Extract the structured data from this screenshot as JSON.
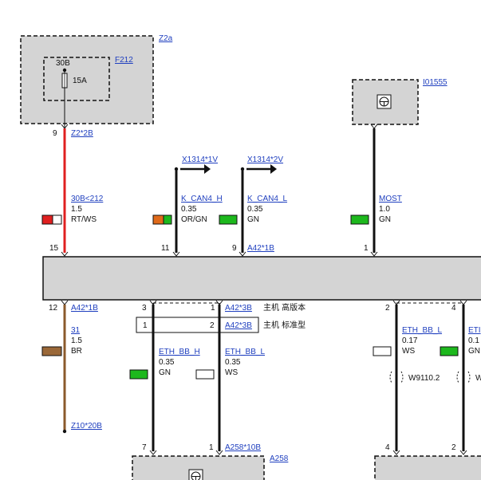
{
  "colors": {
    "red_wire": "#e02020",
    "brown_wire": "#8b5a2b",
    "black_wire": "#111111",
    "box_fill": "#d4d4d4",
    "link": "#1f3fbf",
    "swatch_red": "#e02020",
    "swatch_orange": "#e06a1a",
    "swatch_green": "#1db81d",
    "swatch_white": "#ffffff",
    "swatch_brown": "#9a6838"
  },
  "components": {
    "z2a": {
      "ref": "Z2a"
    },
    "f212": {
      "ref": "F212",
      "terminal": "30B",
      "rating": "15A"
    },
    "i01555": {
      "ref": "I01555"
    },
    "a258": {
      "ref": "A258"
    }
  },
  "connectors": {
    "z2_2b": "Z2*2B",
    "x1314_1v": "X1314*1V",
    "x1314_2v": "X1314*2V",
    "a42_1b_top": "A42*1B",
    "a42_1b_bottom": "A42*1B",
    "a42_3b_high": "A42*3B",
    "a42_3b_std": "A42*3B",
    "z10_20b": "Z10*20B",
    "a258_10b": "A258*10B",
    "w9110_2": "W9110.2",
    "w_partial": "W"
  },
  "variants": {
    "high": "主机 高版本",
    "standard": "主机 标准型",
    "std_pin_left": "1",
    "std_pin_right": "2"
  },
  "wires": {
    "w30b": {
      "signal": "30B<212",
      "gauge": "1.5",
      "color": "RT/WS"
    },
    "can_h": {
      "signal": "K_CAN4_H",
      "gauge": "0.35",
      "color": "OR/GN"
    },
    "can_l": {
      "signal": "K_CAN4_L",
      "gauge": "0.35",
      "color": "GN"
    },
    "most": {
      "signal": "MOST",
      "gauge": "1.0",
      "color": "GN"
    },
    "gnd31": {
      "signal": "31",
      "gauge": "1.5",
      "color": "BR"
    },
    "eth_h": {
      "signal": "ETH_BB_H",
      "gauge": "0.35",
      "color": "GN"
    },
    "eth_l": {
      "signal": "ETH_BB_L",
      "gauge": "0.35",
      "color": "WS"
    },
    "eth_l2": {
      "signal": "ETH_BB_L",
      "gauge": "0.17",
      "color": "WS"
    },
    "eth_partial": {
      "signal": "ETI",
      "gauge": "0.1",
      "color": "GN"
    }
  },
  "pins": {
    "z2_9": "9",
    "p15": "15",
    "p11": "11",
    "p9": "9",
    "p1": "1",
    "p12": "12",
    "p3": "3",
    "p1b": "1",
    "p2": "2",
    "p4": "4",
    "a258_7": "7",
    "a258_1": "1",
    "right_4": "4",
    "right_2": "2"
  }
}
